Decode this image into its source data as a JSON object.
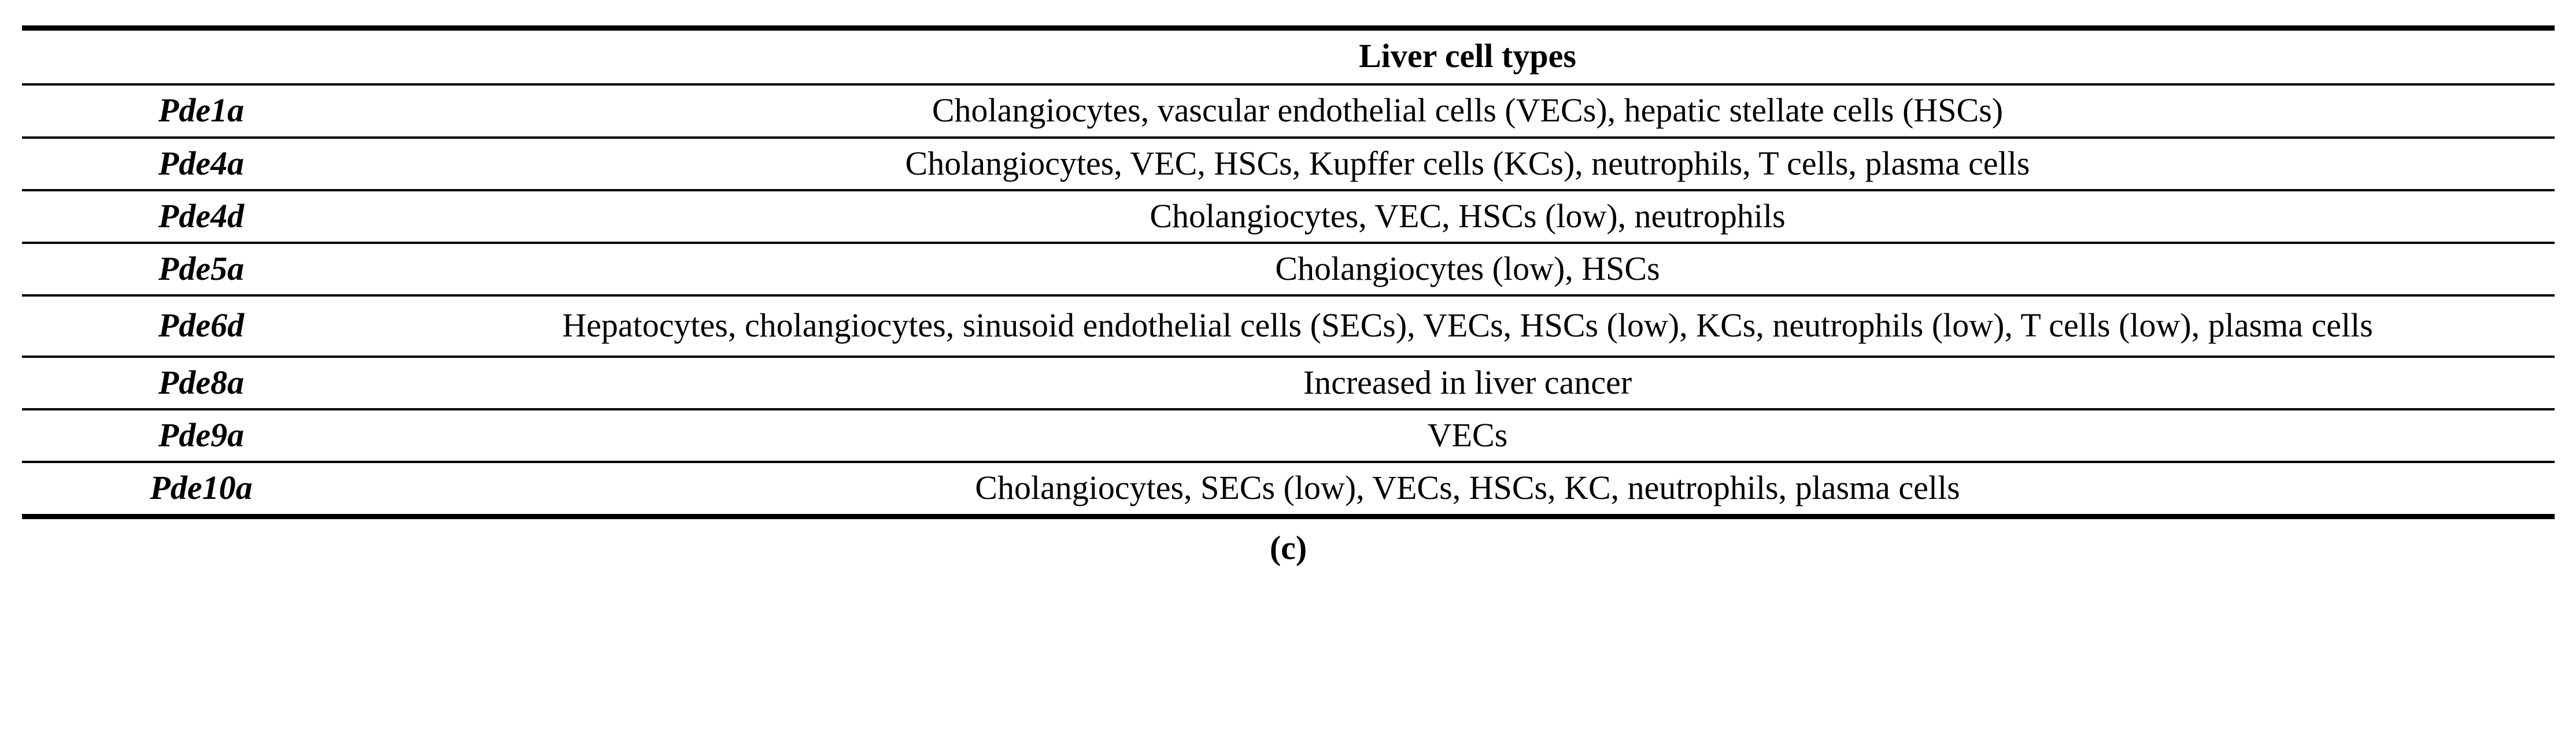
{
  "table": {
    "header": {
      "gene_column_label": "",
      "types_column_label": "Liver cell types"
    },
    "rows": [
      {
        "gene": "Pde1a",
        "cell_types": "Cholangiocytes, vascular endothelial cells (VECs), hepatic stellate cells (HSCs)"
      },
      {
        "gene": "Pde4a",
        "cell_types": "Cholangiocytes, VEC, HSCs, Kupffer cells (KCs), neutrophils, T cells, plasma cells"
      },
      {
        "gene": "Pde4d",
        "cell_types": "Cholangiocytes, VEC, HSCs (low), neutrophils"
      },
      {
        "gene": "Pde5a",
        "cell_types": "Cholangiocytes (low), HSCs"
      },
      {
        "gene": "Pde6d",
        "cell_types": "Hepatocytes, cholangiocytes, sinusoid endothelial cells (SECs), VECs, HSCs (low), KCs, neutrophils (low), T cells (low), plasma cells"
      },
      {
        "gene": "Pde8a",
        "cell_types": "Increased in liver cancer"
      },
      {
        "gene": "Pde9a",
        "cell_types": "VECs"
      },
      {
        "gene": "Pde10a",
        "cell_types": "Cholangiocytes, SECs (low), VECs, HSCs, KC, neutrophils, plasma cells"
      }
    ]
  },
  "figure_caption": "(c)"
}
